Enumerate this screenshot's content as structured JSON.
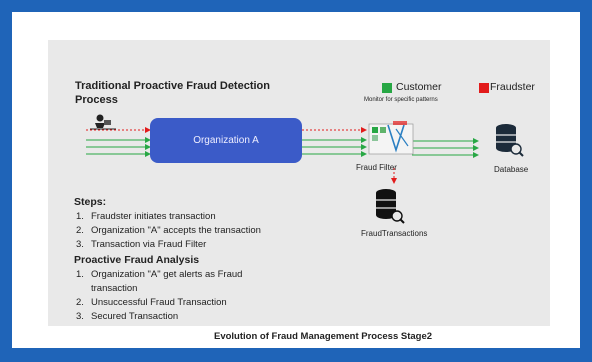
{
  "title": "Traditional Proactive Fraud Detection Process",
  "legend": {
    "customer_label": "Customer",
    "customer_color": "#27a744",
    "fraudster_label": "Fraudster",
    "fraudster_color": "#e21b1b"
  },
  "nodes": {
    "organization": "Organization A",
    "monitor_note": "Monitor for specific patterns",
    "fraud_filter": "Fraud Filter",
    "database": "Database",
    "fraud_transactions": "FraudTransactions"
  },
  "steps": {
    "heading": "Steps:",
    "items": [
      {
        "n": "1.",
        "text": "Fraudster initiates transaction"
      },
      {
        "n": "2.",
        "text": "Organization \"A\" accepts the transaction"
      },
      {
        "n": "3.",
        "text": "Transaction via Fraud Filter"
      }
    ]
  },
  "analysis": {
    "heading": "Proactive Fraud Analysis",
    "items": [
      {
        "n": "1.",
        "text": "Organization \"A\" get alerts as Fraud transaction"
      },
      {
        "n": "2.",
        "text": "Unsuccessful Fraud Transaction"
      },
      {
        "n": "3.",
        "text": "Secured Transaction"
      }
    ]
  },
  "caption": "Evolution of Fraud Management Process Stage2",
  "colors": {
    "frame": "#1f64b8",
    "box": "#3b5bc8",
    "green_arrow": "#27a744",
    "red_arrow": "#e21b1b"
  }
}
